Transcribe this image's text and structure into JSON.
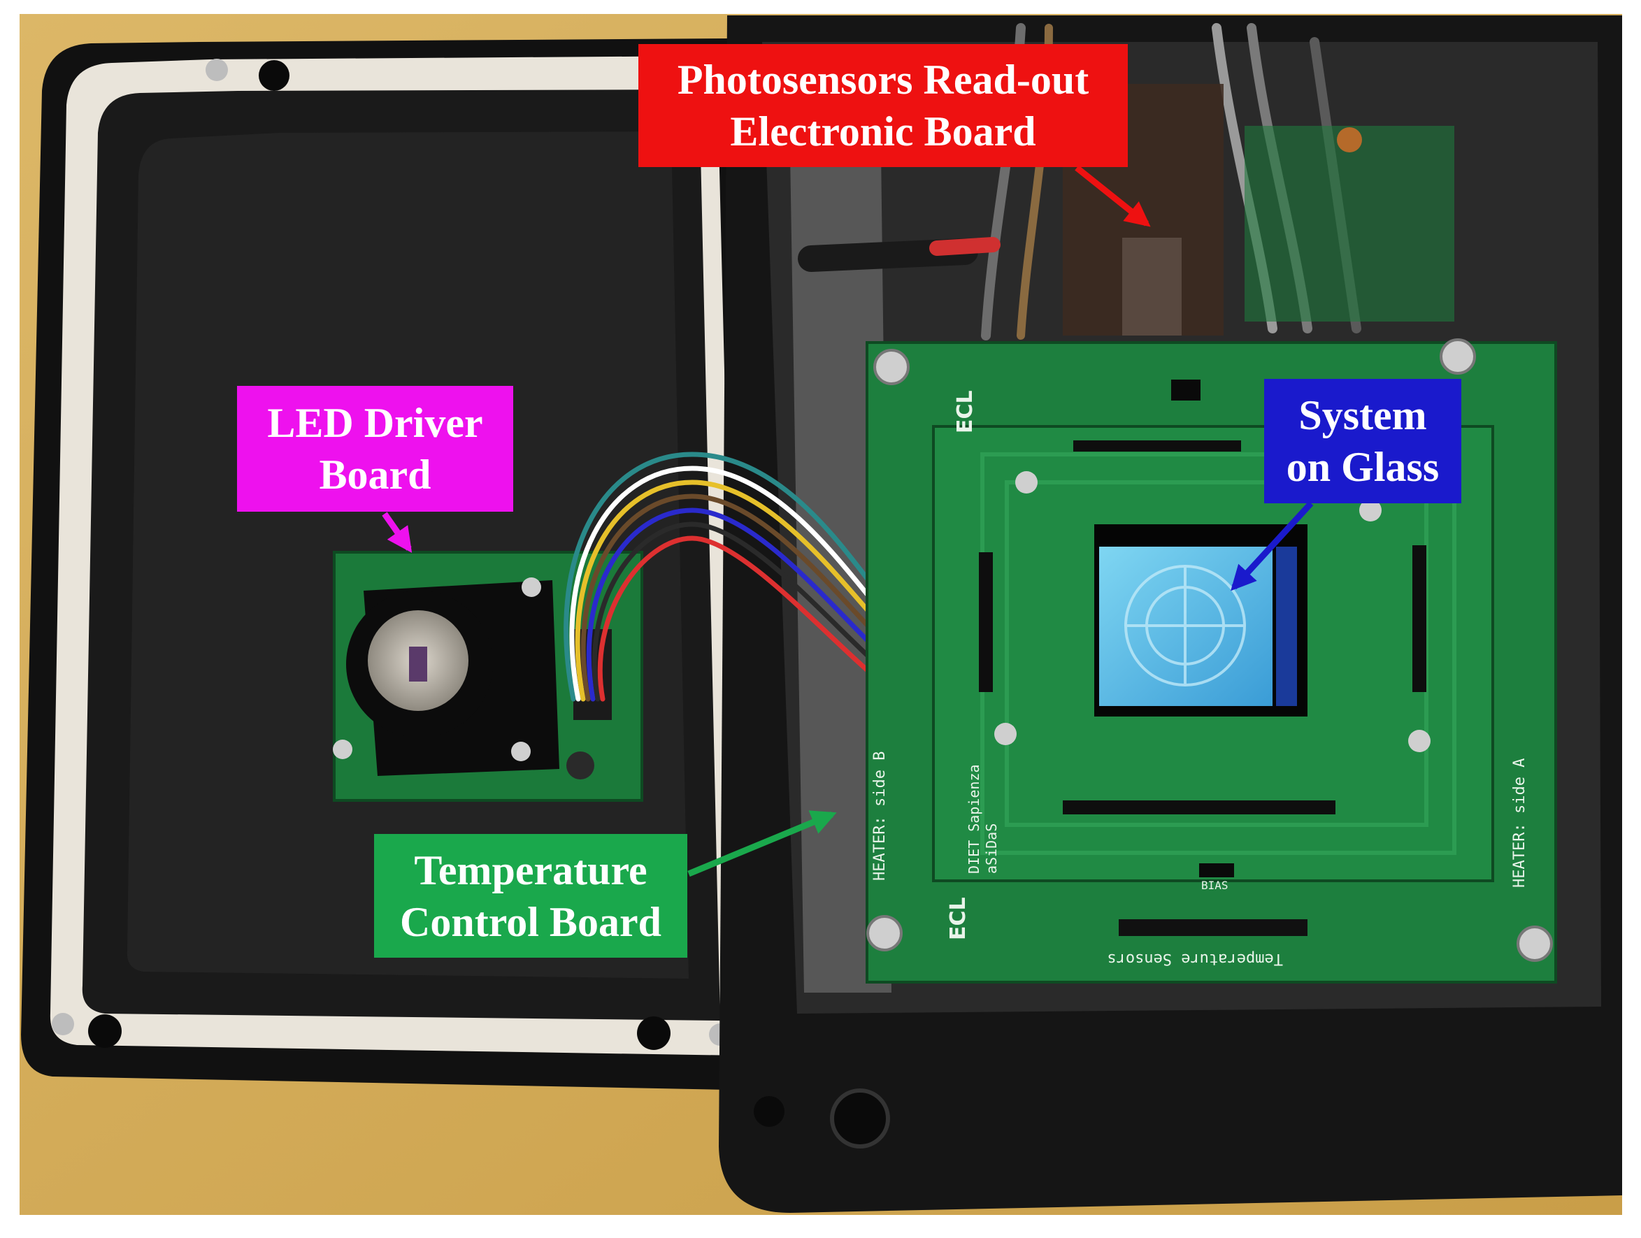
{
  "colors": {
    "photosensors": "#ee1111",
    "led_driver": "#ee11ee",
    "system_on_glass": "#1a1acc",
    "temperature": "#1aa84c",
    "table": "#d8b25a",
    "enclosure": "#141414",
    "pcb": "#1b7a3a"
  },
  "labels": {
    "photosensors": {
      "line1": "Photosensors  Read-out",
      "line2": "Electronic Board",
      "text_color": "#ffffff"
    },
    "led_driver": {
      "line1": "LED Driver",
      "line2": "Board",
      "text_color": "#ffffff"
    },
    "system_on_glass": {
      "line1": "System",
      "line2": "on Glass",
      "text_color": "#ffffff"
    },
    "temperature": {
      "line1": "Temperature",
      "line2": "Control Board",
      "text_color": "#ffffff"
    }
  },
  "board_markings": {
    "ecl_top": "ECL",
    "ecl_bottom": "ECL",
    "heater_b": "HEATER: side B",
    "heater_a": "HEATER: side A",
    "diet": "DIET Sapienza",
    "asidas": "aSiDaS",
    "temp_sensors": "Temperature Sensors",
    "bias": "BIAS"
  }
}
